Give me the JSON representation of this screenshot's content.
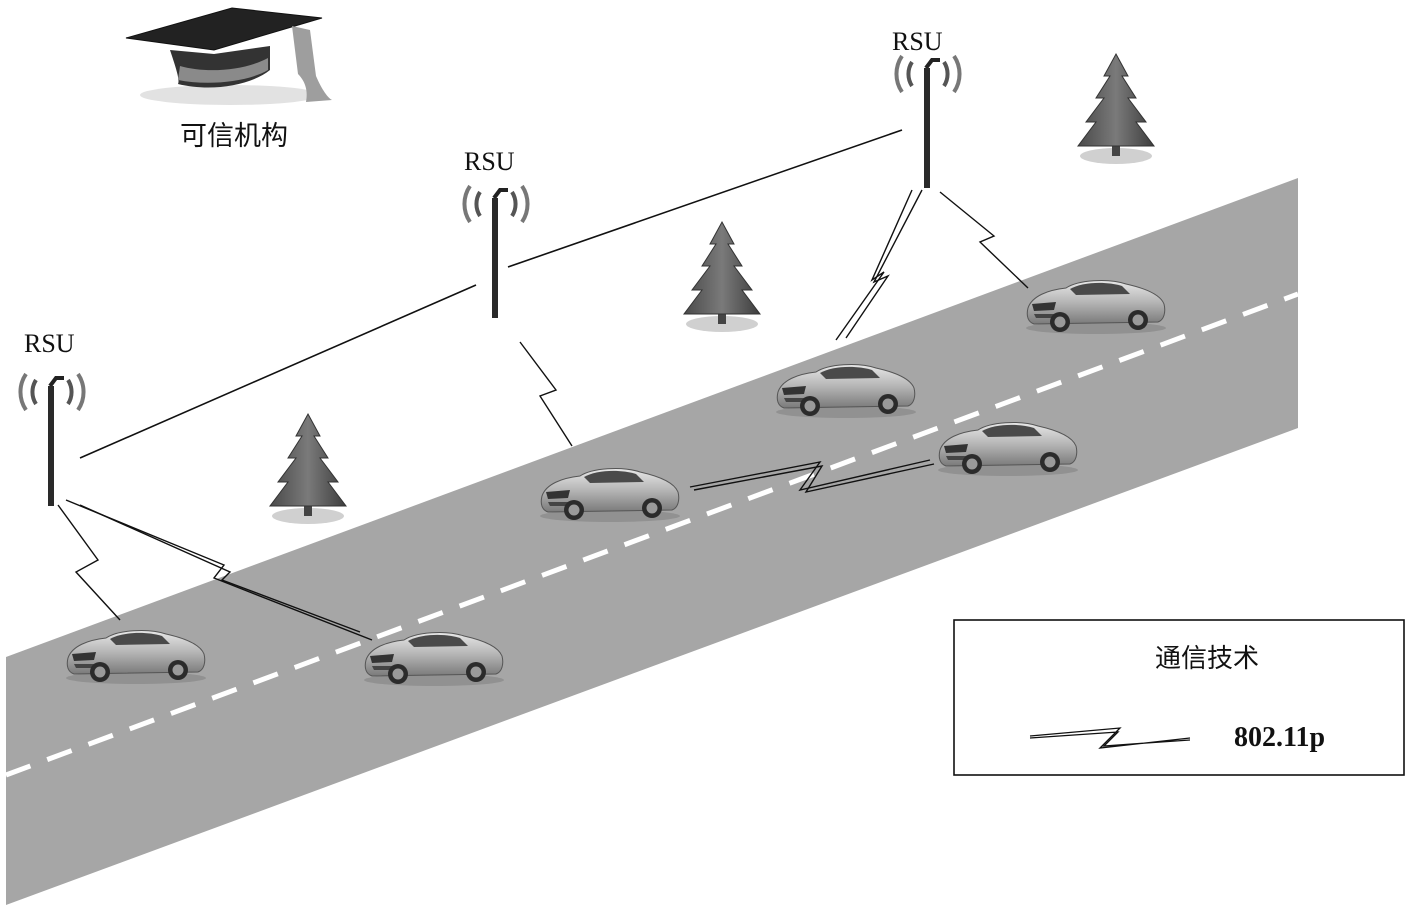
{
  "trusted_authority": {
    "label": "可信机构",
    "icon": "graduation-cap-icon"
  },
  "rsu_label": "RSU",
  "rsus": [
    {
      "id": "rsu-left",
      "label": "RSU"
    },
    {
      "id": "rsu-middle",
      "label": "RSU"
    },
    {
      "id": "rsu-right",
      "label": "RSU"
    }
  ],
  "legend": {
    "title": "通信技术",
    "items": [
      {
        "icon": "zigzag-link-icon",
        "label": "802.11p"
      }
    ]
  },
  "colors": {
    "road": "#a6a6a6",
    "lane_marking": "#ffffff",
    "tree": "#5a5a5a",
    "car": "#b8b8b8",
    "line": "#111111"
  }
}
